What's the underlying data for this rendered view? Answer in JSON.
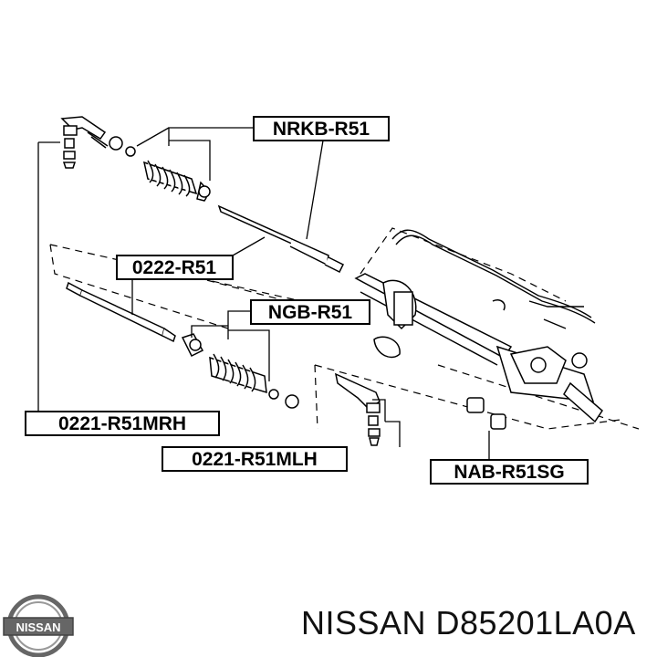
{
  "labels": {
    "nrkb": "NRKB-R51",
    "tie_rod": "0222-R51",
    "ngb": "NGB-R51",
    "end_right": "0221-R51MRH",
    "end_left": "0221-R51MLH",
    "nab": "NAB-R51SG"
  },
  "logo": {
    "text": "NISSAN"
  },
  "caption": "NISSAN D85201LA0A",
  "colors": {
    "ink": "#000000",
    "label_bg": "#ffffff",
    "logo_grey": "#666666"
  }
}
